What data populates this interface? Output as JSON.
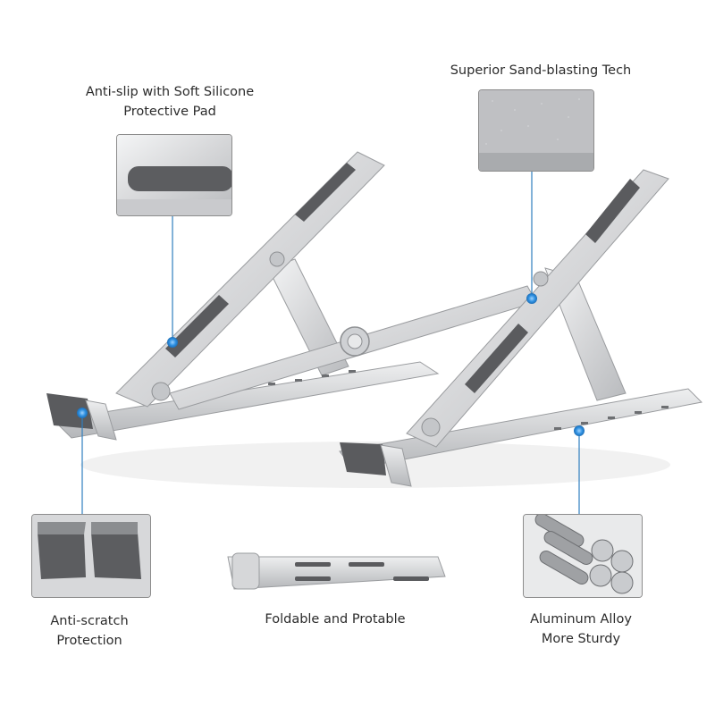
{
  "features": {
    "anti_slip": {
      "line1": "Anti-slip with Soft Silicone",
      "line2": "Protective Pad"
    },
    "sand_blasting": {
      "line1": "Superior Sand-blasting Tech"
    },
    "anti_scratch": {
      "line1": "Anti-scratch",
      "line2": "Protection"
    },
    "foldable": {
      "line1": "Foldable and Protable"
    },
    "aluminum": {
      "line1": "Aluminum Alloy",
      "line2": "More Sturdy"
    }
  },
  "colors": {
    "aluminum": "#d9dadc",
    "aluminum_dark": "#aeb0b4",
    "silicone": "#5a5b5e",
    "callout_line": "#2f7fbf",
    "callout_dot": "#2d8fe0"
  }
}
